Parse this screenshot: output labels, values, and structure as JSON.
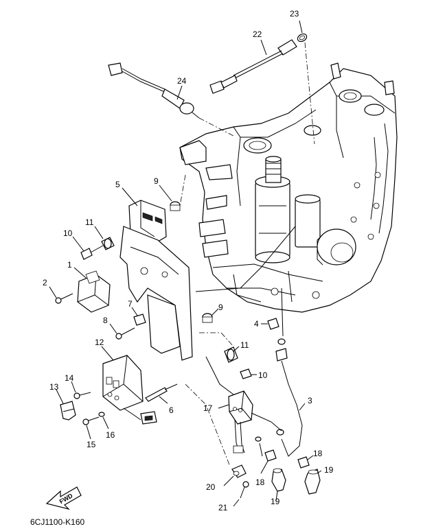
{
  "diagram": {
    "code": "6CJ1100-K160",
    "fwd_label": "FWD",
    "callouts": {
      "c1": "1",
      "c2": "2",
      "c3": "3",
      "c4": "4",
      "c5": "5",
      "c6": "6",
      "c7": "7",
      "c8": "8",
      "c9a": "9",
      "c9b": "9",
      "c10a": "10",
      "c10b": "10",
      "c11a": "11",
      "c11b": "11",
      "c12": "12",
      "c13": "13",
      "c14": "14",
      "c15": "15",
      "c16": "16",
      "c17": "17",
      "c18a": "18",
      "c18b": "18",
      "c19a": "19",
      "c19b": "19",
      "c20": "20",
      "c21": "21",
      "c22": "22",
      "c23": "23",
      "c24": "24"
    }
  }
}
